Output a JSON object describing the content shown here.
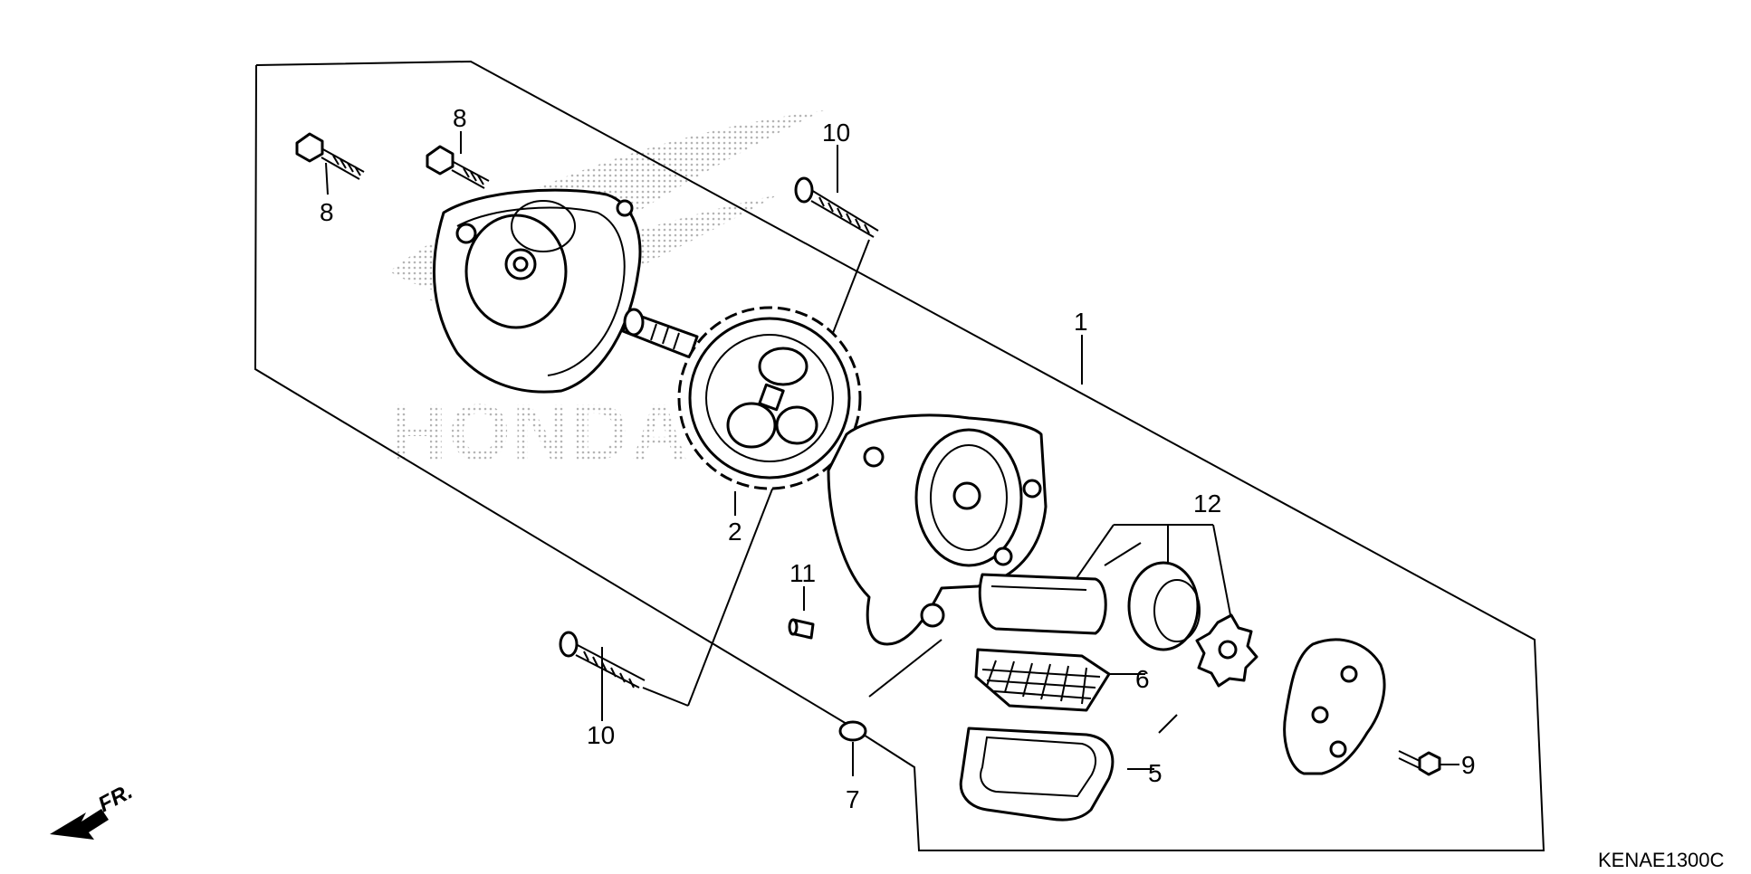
{
  "diagram": {
    "callouts": {
      "c1": "1",
      "c2": "2",
      "c5": "5",
      "c6": "6",
      "c7": "7",
      "c8a": "8",
      "c8b": "8",
      "c9": "9",
      "c10a": "10",
      "c10b": "10",
      "c11": "11",
      "c12": "12"
    },
    "direction_label": "FR.",
    "drawing_code": "KENAE1300C",
    "watermark_text": "HONDA",
    "colors": {
      "ink": "#000000",
      "background": "#ffffff",
      "watermark": "#bfbfbf"
    }
  }
}
